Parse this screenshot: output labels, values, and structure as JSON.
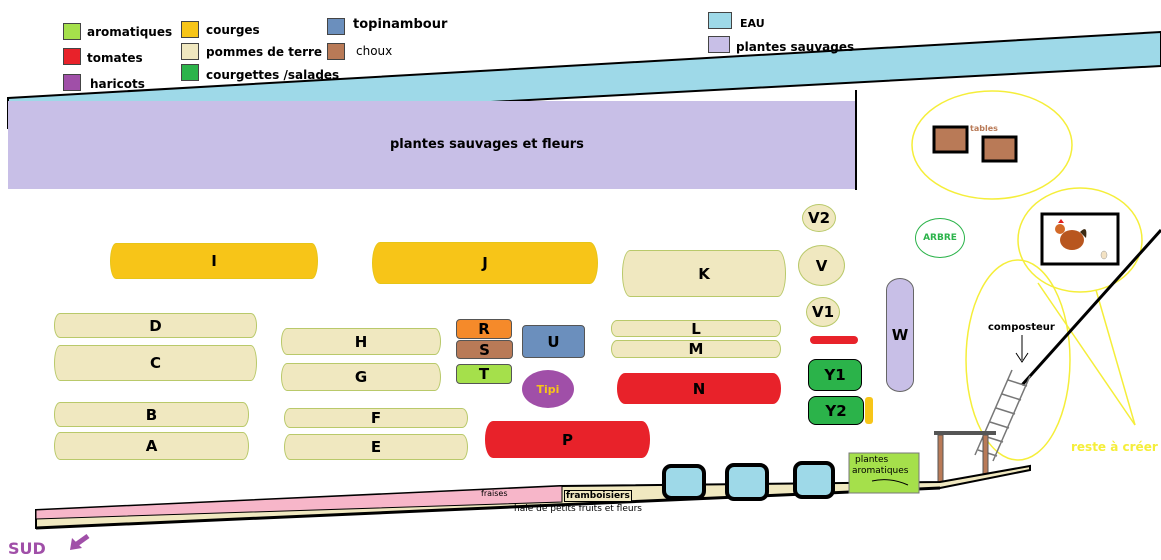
{
  "legend": {
    "aromatiques": {
      "label": "aromatiques",
      "color": "#a5e04b"
    },
    "tomates": {
      "label": "tomates",
      "color": "#e8222a"
    },
    "haricots": {
      "label": "haricots",
      "color": "#a04fa8"
    },
    "courges": {
      "label": "courges",
      "color": "#f7c518"
    },
    "pommes": {
      "label": "pommes de terre",
      "color": "#f0e8c0"
    },
    "courgettes": {
      "label": "courgettes /salades",
      "color": "#2bb34a"
    },
    "topinambour": {
      "label": "topinambour",
      "color": "#6b8fbd"
    },
    "choux": {
      "label": "choux",
      "color": "#b97a57"
    },
    "eau": {
      "label": "EAU",
      "color": "#9ed9e8"
    },
    "sauvages": {
      "label": "plantes sauvages",
      "color": "#c8bfe7"
    }
  },
  "zones": {
    "wild_strip": "plantes sauvages et fleurs",
    "tables": "tables",
    "arbre": "ARBRE",
    "composteur": "composteur",
    "reste": "reste à créer",
    "plantes_aromatiques_1": "plantes",
    "plantes_aromatiques_2": "aromatiques",
    "fraises": "fraises",
    "framboisiers": "framboisiers",
    "haie": "haie de petits fruits et fleurs",
    "sud": "SUD"
  },
  "beds": {
    "I": "I",
    "J": "J",
    "K": "K",
    "D": "D",
    "C": "C",
    "B": "B",
    "A": "A",
    "H": "H",
    "G": "G",
    "F": "F",
    "E": "E",
    "R": "R",
    "S": "S",
    "T": "T",
    "U": "U",
    "Tipi": "Tipi",
    "L": "L",
    "M": "M",
    "N": "N",
    "P": "P",
    "V2": "V2",
    "V": "V",
    "V1": "V1",
    "W": "W",
    "Y1": "Y1",
    "Y2": "Y2"
  }
}
